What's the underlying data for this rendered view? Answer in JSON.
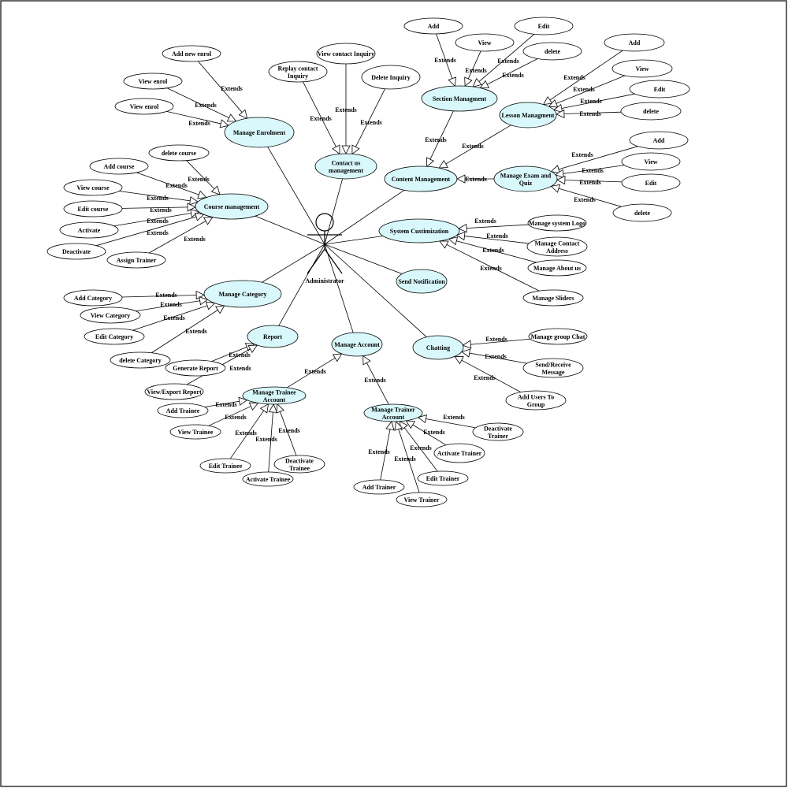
{
  "diagram": {
    "extend_label": "Extends",
    "actor": {
      "name": "Administrator"
    },
    "colors": {
      "main_fill": "#d9f8fc",
      "sub_fill": "#ffffff",
      "stroke": "#000000"
    },
    "use_cases": {
      "manage_enrolment": [
        "Manage Enrolment"
      ],
      "contact_us": [
        "Contact us",
        "management"
      ],
      "content_management": [
        "Content Management"
      ],
      "section_managment": [
        "Section Managment"
      ],
      "lesson_managment": [
        "Lesson Managment"
      ],
      "manage_exam": [
        "Manage Exam and",
        "Quiz"
      ],
      "course_management": [
        "Course management"
      ],
      "system_customization": [
        "System Custimization"
      ],
      "send_notification": [
        "Send Notification"
      ],
      "manage_category": [
        "Manage Category"
      ],
      "report": [
        "Report"
      ],
      "manage_account": [
        "Manage Account"
      ],
      "chatting": [
        "Chatting"
      ],
      "manage_trainee_account": [
        "Manage Trainee",
        "Account"
      ],
      "manage_trainer_account": [
        "Manage Trainer",
        "Account"
      ],
      "add_new_enrol": [
        "Add new enrol"
      ],
      "view_enrol_1": [
        "View enrol"
      ],
      "view_enrol_2": [
        "View enrol"
      ],
      "view_contact_inquiry": [
        "View contact Inquiry"
      ],
      "replay_contact_inquiry": [
        "Replay contact",
        "Inquiry"
      ],
      "delete_inquiry": [
        "Delete Inquiry"
      ],
      "section_add": [
        "Add"
      ],
      "section_view": [
        "View"
      ],
      "section_edit": [
        "Edit"
      ],
      "section_delete": [
        "delete"
      ],
      "lesson_add": [
        "Add"
      ],
      "lesson_view": [
        "View"
      ],
      "lesson_edit": [
        "Edit"
      ],
      "lesson_delete": [
        "delete"
      ],
      "exam_add": [
        "Add"
      ],
      "exam_view": [
        "View"
      ],
      "exam_edit": [
        "Edit"
      ],
      "exam_delete": [
        "delete"
      ],
      "delete_course": [
        "delete course"
      ],
      "add_course": [
        "Add course"
      ],
      "view_course": [
        "View course"
      ],
      "edit_course": [
        "Edit course"
      ],
      "activate": [
        "Activate"
      ],
      "deactivate": [
        "Deactivate"
      ],
      "assign_trainer": [
        "Assign Trainer"
      ],
      "manage_system_logo": [
        "Manage system Logo"
      ],
      "manage_contact_address": [
        "Manage Contact",
        "Address"
      ],
      "manage_about_us": [
        "Manage About us"
      ],
      "manage_sliders": [
        "Manage Sliders"
      ],
      "add_category": [
        "Add Category"
      ],
      "view_category": [
        "View  Category"
      ],
      "edit_category": [
        "Edit Category"
      ],
      "delete_category": [
        "delete Category"
      ],
      "generate_report": [
        "Generate Report"
      ],
      "view_export_report": [
        "View/Export Report"
      ],
      "manage_group_chat": [
        "Manage group Chat"
      ],
      "send_receive_message": [
        "Send/Receive",
        "Message"
      ],
      "add_users_to_group": [
        "Add Users To",
        "Group"
      ],
      "add_trainee": [
        "Add Trainee"
      ],
      "view_trainee": [
        "View Trainee"
      ],
      "edit_trainee": [
        "Edit Trainee"
      ],
      "activate_trainee": [
        "Activate Trainee"
      ],
      "deactivate_trainee": [
        "Deactivate",
        "Trainee"
      ],
      "deactivate_trainer": [
        "Deactivate",
        "Trainer"
      ],
      "activate_trainer": [
        "Activate Trainer"
      ],
      "edit_trainer": [
        "Edit Trainer"
      ],
      "view_trainer": [
        "View Trainer"
      ],
      "add_trainer": [
        "Add Trainer"
      ]
    },
    "associations": [
      "manage_enrolment",
      "contact_us",
      "content_management",
      "course_management",
      "system_customization",
      "send_notification",
      "manage_category",
      "report",
      "manage_account",
      "chatting"
    ],
    "extends": [
      [
        "add_new_enrol",
        "manage_enrolment"
      ],
      [
        "view_enrol_1",
        "manage_enrolment"
      ],
      [
        "view_enrol_2",
        "manage_enrolment"
      ],
      [
        "replay_contact_inquiry",
        "contact_us"
      ],
      [
        "view_contact_inquiry",
        "contact_us"
      ],
      [
        "delete_inquiry",
        "contact_us"
      ],
      [
        "section_add",
        "section_managment"
      ],
      [
        "section_view",
        "section_managment"
      ],
      [
        "section_edit",
        "section_managment"
      ],
      [
        "section_delete",
        "section_managment"
      ],
      [
        "lesson_add",
        "lesson_managment"
      ],
      [
        "lesson_view",
        "lesson_managment"
      ],
      [
        "lesson_edit",
        "lesson_managment"
      ],
      [
        "lesson_delete",
        "lesson_managment"
      ],
      [
        "exam_add",
        "manage_exam"
      ],
      [
        "exam_view",
        "manage_exam"
      ],
      [
        "exam_edit",
        "manage_exam"
      ],
      [
        "exam_delete",
        "manage_exam"
      ],
      [
        "section_managment",
        "content_management"
      ],
      [
        "lesson_managment",
        "content_management"
      ],
      [
        "manage_exam",
        "content_management"
      ],
      [
        "delete_course",
        "course_management"
      ],
      [
        "add_course",
        "course_management"
      ],
      [
        "view_course",
        "course_management"
      ],
      [
        "edit_course",
        "course_management"
      ],
      [
        "activate",
        "course_management"
      ],
      [
        "deactivate",
        "course_management"
      ],
      [
        "assign_trainer",
        "course_management"
      ],
      [
        "manage_system_logo",
        "system_customization"
      ],
      [
        "manage_contact_address",
        "system_customization"
      ],
      [
        "manage_about_us",
        "system_customization"
      ],
      [
        "manage_sliders",
        "system_customization"
      ],
      [
        "add_category",
        "manage_category"
      ],
      [
        "view_category",
        "manage_category"
      ],
      [
        "edit_category",
        "manage_category"
      ],
      [
        "delete_category",
        "manage_category"
      ],
      [
        "generate_report",
        "report"
      ],
      [
        "view_export_report",
        "report"
      ],
      [
        "manage_group_chat",
        "chatting"
      ],
      [
        "send_receive_message",
        "chatting"
      ],
      [
        "add_users_to_group",
        "chatting"
      ],
      [
        "manage_trainee_account",
        "manage_account"
      ],
      [
        "manage_trainer_account",
        "manage_account"
      ],
      [
        "add_trainee",
        "manage_trainee_account"
      ],
      [
        "view_trainee",
        "manage_trainee_account"
      ],
      [
        "edit_trainee",
        "manage_trainee_account"
      ],
      [
        "activate_trainee",
        "manage_trainee_account"
      ],
      [
        "deactivate_trainee",
        "manage_trainee_account"
      ],
      [
        "deactivate_trainer",
        "manage_trainer_account"
      ],
      [
        "activate_trainer",
        "manage_trainer_account"
      ],
      [
        "edit_trainer",
        "manage_trainer_account"
      ],
      [
        "view_trainer",
        "manage_trainer_account"
      ],
      [
        "add_trainer",
        "manage_trainer_account"
      ]
    ]
  }
}
